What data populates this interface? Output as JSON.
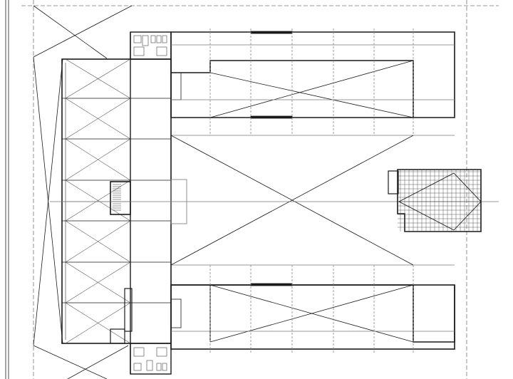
{
  "drawing": {
    "type": "architectural-floor-plan",
    "line_color": "#1a1a1a",
    "grid_line_color": "#9a9a9a",
    "background": "#ffffff",
    "parts": [
      "left-building-block",
      "top-wing",
      "bottom-wing",
      "courtyard",
      "annex-building",
      "stair-core",
      "toilet-core-top",
      "toilet-core-bottom"
    ]
  }
}
